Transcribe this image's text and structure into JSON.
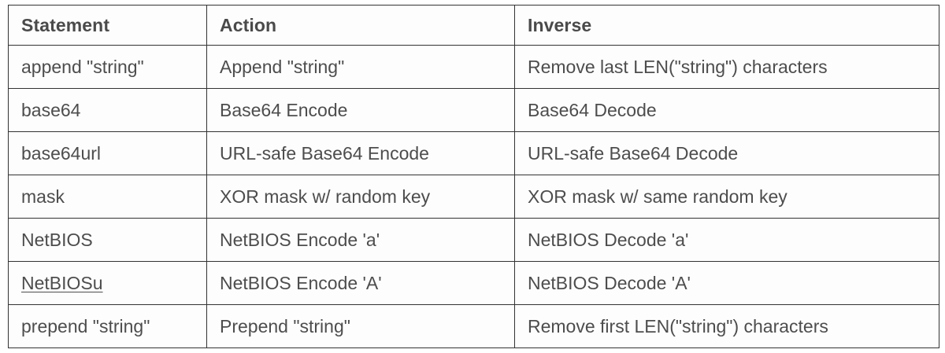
{
  "table": {
    "columns": [
      "Statement",
      "Action",
      "Inverse"
    ],
    "rows": [
      {
        "statement": "append \"string\"",
        "action": "Append \"string\"",
        "inverse": "Remove last LEN(\"string\") characters",
        "spellcheck_flagged": false
      },
      {
        "statement": "base64",
        "action": "Base64 Encode",
        "inverse": "Base64 Decode",
        "spellcheck_flagged": false
      },
      {
        "statement": "base64url",
        "action": "URL-safe Base64 Encode",
        "inverse": "URL-safe Base64 Decode",
        "spellcheck_flagged": false
      },
      {
        "statement": "mask",
        "action": "XOR mask w/ random key",
        "inverse": "XOR mask w/ same random key",
        "spellcheck_flagged": false
      },
      {
        "statement": "NetBIOS",
        "action": "NetBIOS Encode 'a'",
        "inverse": "NetBIOS Decode 'a'",
        "spellcheck_flagged": false
      },
      {
        "statement": "NetBIOSu",
        "action": "NetBIOS Encode 'A'",
        "inverse": "NetBIOS Decode 'A'",
        "spellcheck_flagged": true
      },
      {
        "statement": "prepend \"string\"",
        "action": "Prepend \"string\"",
        "inverse": "Remove first LEN(\"string\") characters",
        "spellcheck_flagged": false
      }
    ]
  },
  "colors": {
    "border": "#333333",
    "header_text": "#4a4a4a",
    "body_text": "#4d4d4d",
    "cell_background": "#fdfdfd",
    "page_background": "#ffffff",
    "spellcheck_underline": "#e03030"
  }
}
